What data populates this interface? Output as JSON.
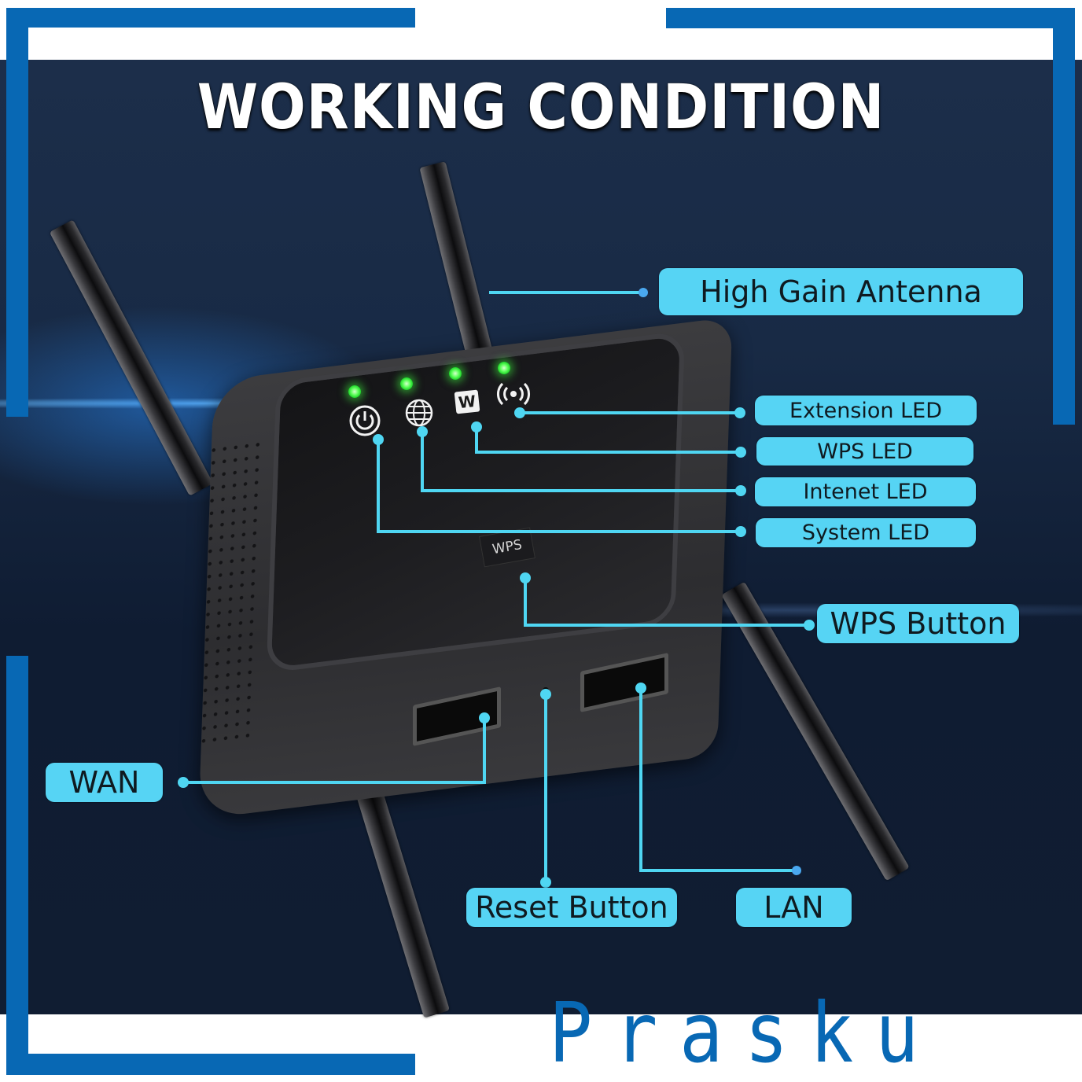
{
  "title": "WORKING CONDITION",
  "brand": "Prasku",
  "colors": {
    "frame_blue": "#0868b4",
    "label_cyan": "#56d4f4",
    "leader_cyan": "#4fd6f2",
    "led_green": "#3ee83c",
    "background_navy": "#182a45"
  },
  "device": {
    "leds": [
      {
        "name": "system",
        "icon": "power-icon",
        "state": "on"
      },
      {
        "name": "internet",
        "icon": "globe-icon",
        "state": "on"
      },
      {
        "name": "wps",
        "icon": "w-badge-icon",
        "glyph": "W",
        "state": "on"
      },
      {
        "name": "extension",
        "icon": "signal-broadcast-icon",
        "state": "on"
      }
    ],
    "wps_key_label": "WPS"
  },
  "labels": {
    "high_gain_antenna": "High Gain Antenna",
    "extension_led": "Extension LED",
    "wps_led": "WPS LED",
    "internet_led": "Intenet LED",
    "system_led": "System LED",
    "wps_button": "WPS Button",
    "wan": "WAN",
    "reset_button": "Reset Button",
    "lan": "LAN"
  }
}
